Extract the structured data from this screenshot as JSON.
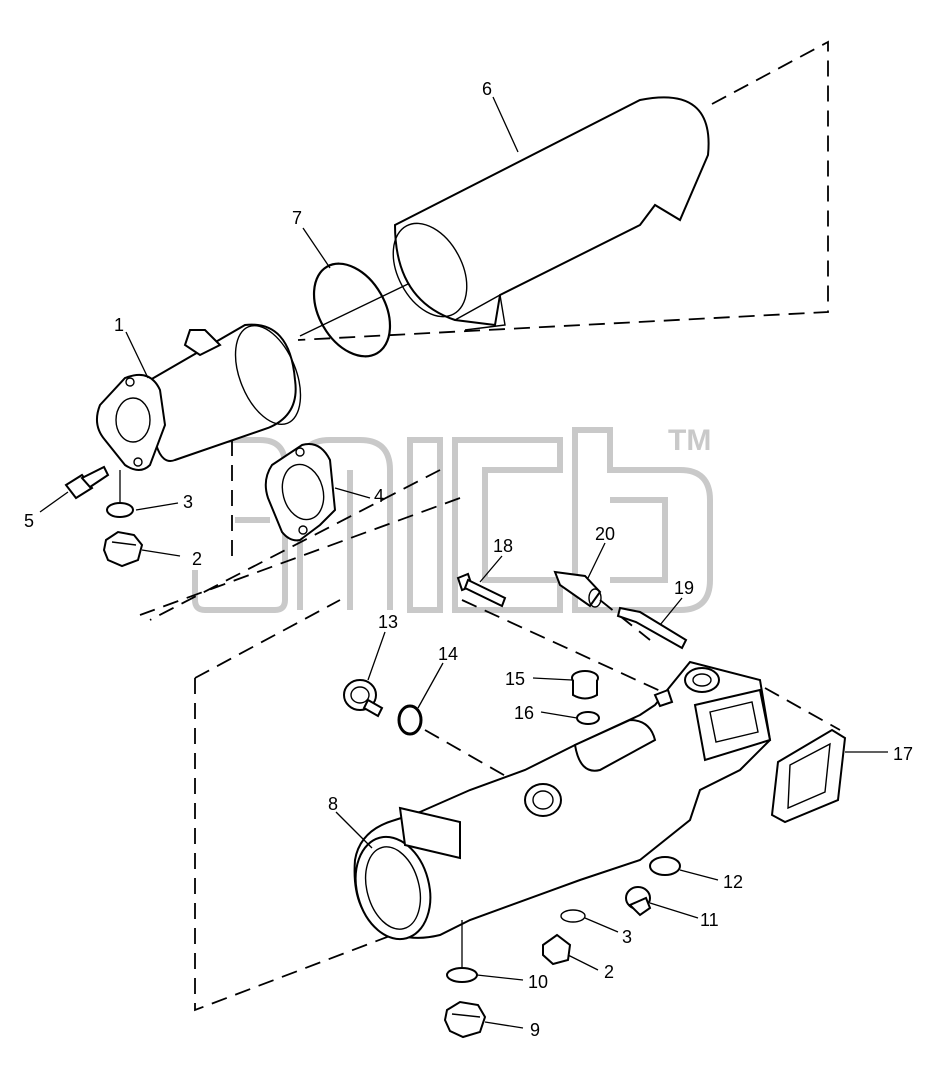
{
  "callouts": {
    "c1": "1",
    "c2a": "2",
    "c2b": "2",
    "c3a": "3",
    "c3b": "3",
    "c4": "4",
    "c5": "5",
    "c6": "6",
    "c7": "7",
    "c8": "8",
    "c9": "9",
    "c10": "10",
    "c11": "11",
    "c12": "12",
    "c13": "13",
    "c14": "14",
    "c15": "15",
    "c16": "16",
    "c17": "17",
    "c18": "18",
    "c19": "19",
    "c20": "20"
  },
  "watermark": {
    "trademark": "TM"
  },
  "colors": {
    "line": "#000000",
    "watermark": "#c9c9c9",
    "background": "#ffffff"
  }
}
